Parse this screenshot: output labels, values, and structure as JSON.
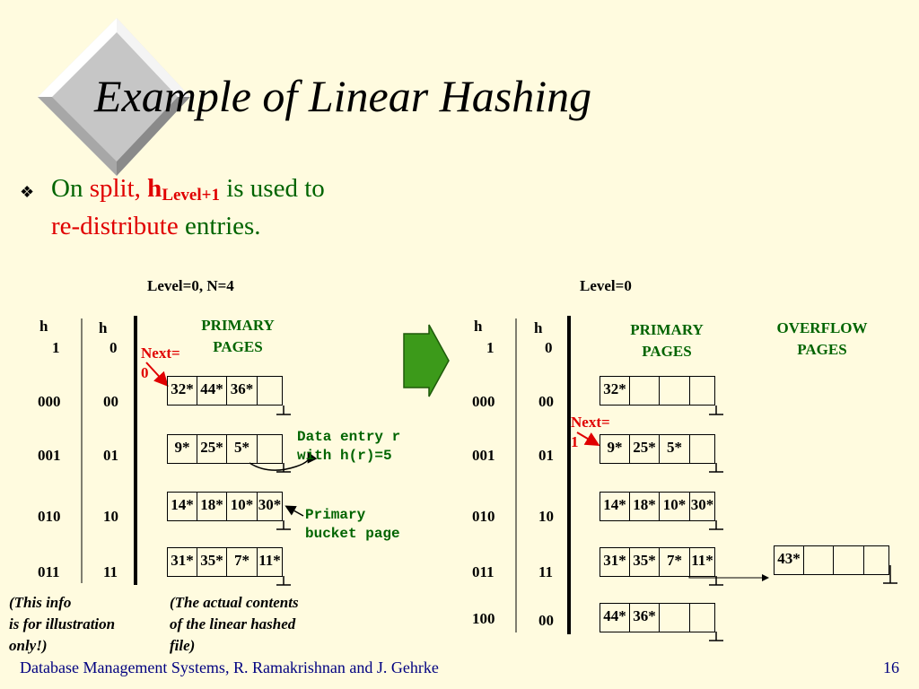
{
  "slide": {
    "title": "Example of Linear Hashing",
    "bullet": {
      "on": "On",
      "split": "split",
      "comma": ",",
      "h": "h",
      "sub": "Level+1",
      "used": "is used to",
      "redistribute": "re-distribute",
      "entries": "entries."
    },
    "footer": "Database Management Systems, R. Ramakrishnan and J. Gehrke",
    "page_number": "16"
  },
  "left": {
    "header": "Level=0, N=4",
    "h1_label": "h",
    "h1_sub": "1",
    "h0_label": "h",
    "h0_sub": "0",
    "primary_label": "PRIMARY PAGES",
    "next_label": "Next=",
    "next_value": "0",
    "rows": [
      {
        "h1": "000",
        "h0": "00",
        "cells": [
          "32*",
          "44*",
          "36*",
          ""
        ]
      },
      {
        "h1": "001",
        "h0": "01",
        "cells": [
          "9*",
          "25*",
          "5*",
          ""
        ]
      },
      {
        "h1": "010",
        "h0": "10",
        "cells": [
          "14*",
          "18*",
          "10*",
          "30*"
        ]
      },
      {
        "h1": "011",
        "h0": "11",
        "cells": [
          "31*",
          "35*",
          "7*",
          "11*"
        ]
      }
    ],
    "annotation_data_entry": [
      "Data entry r",
      "with h(r)=5"
    ],
    "annotation_bucket": [
      "Primary",
      "bucket page"
    ],
    "note_illustration": [
      "(This info",
      "is for illustration",
      "only!)"
    ],
    "note_contents": [
      "(The actual contents",
      "of the linear hashed",
      "file)"
    ]
  },
  "right": {
    "header": "Level=0",
    "h1_label": "h",
    "h1_sub": "1",
    "h0_label": "h",
    "h0_sub": "0",
    "primary_label": "PRIMARY PAGES",
    "overflow_label": "OVERFLOW PAGES",
    "next_label": "Next=",
    "next_value": "1",
    "rows": [
      {
        "h1": "000",
        "h0": "00",
        "cells": [
          "32*",
          "",
          "",
          ""
        ]
      },
      {
        "h1": "001",
        "h0": "01",
        "cells": [
          "9*",
          "25*",
          "5*",
          ""
        ]
      },
      {
        "h1": "010",
        "h0": "10",
        "cells": [
          "14*",
          "18*",
          "10*",
          "30*"
        ]
      },
      {
        "h1": "011",
        "h0": "11",
        "cells": [
          "31*",
          "35*",
          "7*",
          "11*"
        ]
      },
      {
        "h1": "100",
        "h0": "00",
        "cells": [
          "44*",
          "36*",
          "",
          ""
        ]
      }
    ],
    "overflow_cells": [
      "43*",
      "",
      "",
      ""
    ]
  },
  "colors": {
    "background": "#fffbdf",
    "green_text": "#006400",
    "red_text": "#e00000",
    "footer": "#000080",
    "arrow_fill": "#3c9a1a"
  }
}
